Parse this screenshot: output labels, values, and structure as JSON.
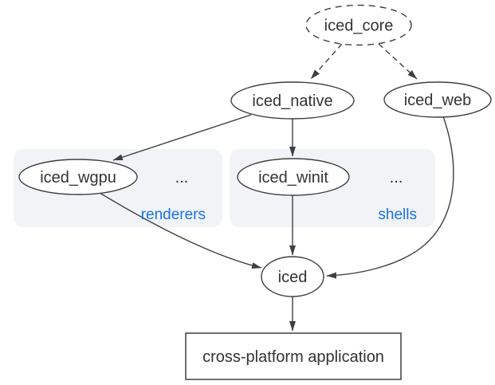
{
  "colors": {
    "background": "#ffffff",
    "edge": "#3f3f3f",
    "node_border": "#3f3f3f",
    "node_fill": "#ffffff",
    "node_text": "#333333",
    "group_bg": "#f1f3f6",
    "group_label": "#1a73e8"
  },
  "nodes": {
    "iced_core": {
      "label": "iced_core",
      "shape": "ellipse",
      "border": "dashed"
    },
    "iced_native": {
      "label": "iced_native",
      "shape": "ellipse",
      "border": "solid"
    },
    "iced_web": {
      "label": "iced_web",
      "shape": "ellipse",
      "border": "solid"
    },
    "iced_wgpu": {
      "label": "iced_wgpu",
      "shape": "ellipse",
      "border": "solid"
    },
    "iced_winit": {
      "label": "iced_winit",
      "shape": "ellipse",
      "border": "solid"
    },
    "iced": {
      "label": "iced",
      "shape": "ellipse",
      "border": "solid"
    },
    "application": {
      "label": "cross-platform application",
      "shape": "rectangle",
      "border": "solid"
    }
  },
  "groups": {
    "renderers": {
      "label": "renderers",
      "ellipsis": "...",
      "members": [
        "iced_wgpu"
      ]
    },
    "shells": {
      "label": "shells",
      "ellipsis": "...",
      "members": [
        "iced_winit"
      ]
    }
  },
  "edges": [
    {
      "from": "iced_core",
      "to": "iced_native",
      "style": "dashed"
    },
    {
      "from": "iced_core",
      "to": "iced_web",
      "style": "dashed"
    },
    {
      "from": "iced_native",
      "to": "iced_wgpu",
      "style": "solid"
    },
    {
      "from": "iced_native",
      "to": "iced_winit",
      "style": "solid"
    },
    {
      "from": "iced_wgpu",
      "to": "iced",
      "style": "solid"
    },
    {
      "from": "iced_winit",
      "to": "iced",
      "style": "solid"
    },
    {
      "from": "iced_web",
      "to": "iced",
      "style": "solid"
    },
    {
      "from": "iced",
      "to": "application",
      "style": "solid"
    }
  ]
}
